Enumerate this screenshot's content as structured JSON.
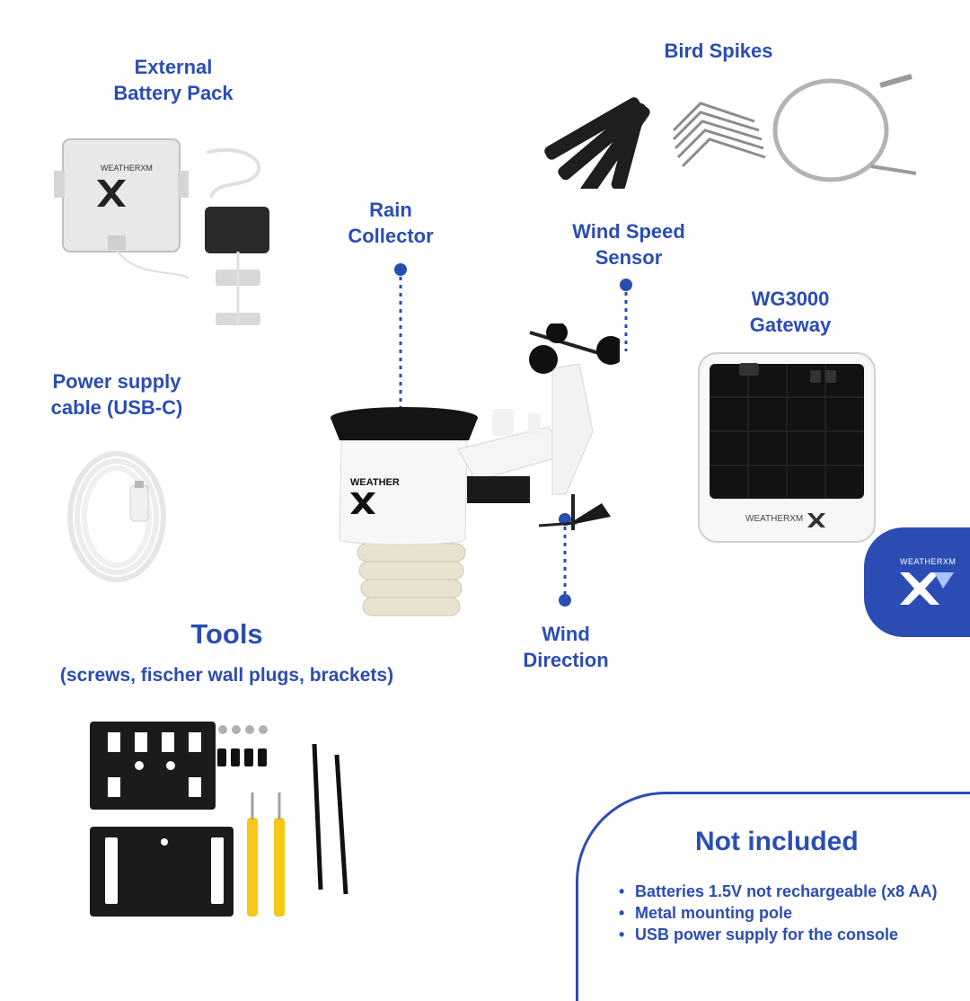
{
  "labels": {
    "battery_pack": [
      "External",
      "Battery Pack"
    ],
    "bird_spikes": [
      "Bird Spikes"
    ],
    "rain_collector": [
      "Rain",
      "Collector"
    ],
    "wind_speed_sensor": [
      "Wind Speed",
      "Sensor"
    ],
    "gateway": [
      "WG3000",
      "Gateway"
    ],
    "power_cable": [
      "Power supply",
      "cable (USB-C)"
    ],
    "wind_direction": [
      "Wind",
      "Direction"
    ]
  },
  "tools": {
    "title": "Tools",
    "subtitle": "(screws, fischer wall plugs, brackets)"
  },
  "not_included": {
    "title": "Not included",
    "items": [
      "Batteries 1.5V not rechargeable (x8 AA)",
      "Metal mounting pole",
      "USB power supply for the console"
    ]
  },
  "brand": {
    "name": "WEATHERXM",
    "logo_icon": "weatherxm-logo-icon"
  },
  "colors": {
    "accent": "#2b4db3",
    "background": "#ffffff"
  }
}
